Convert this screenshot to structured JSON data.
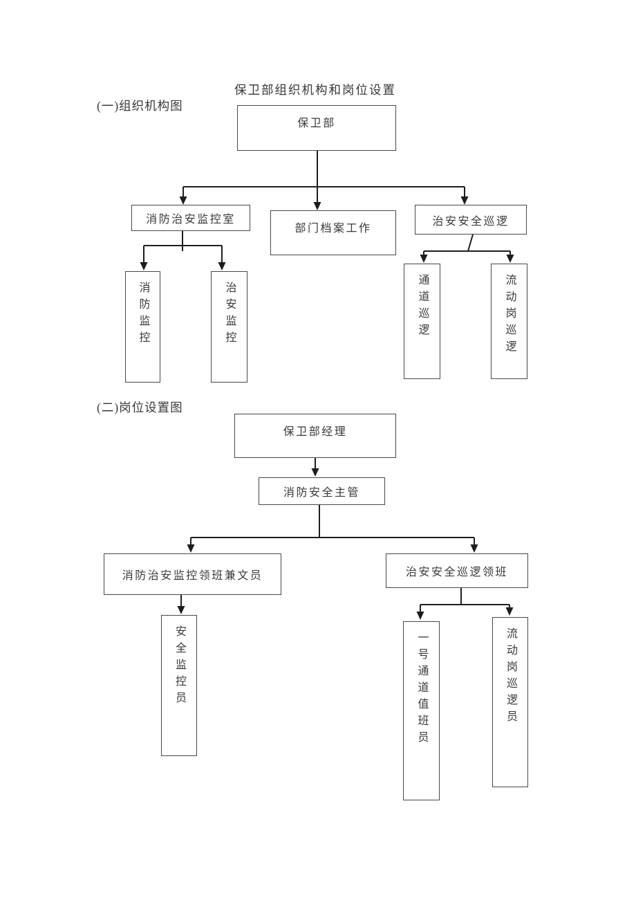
{
  "page": {
    "title": "保卫部组织机构和岗位设置",
    "section1_heading": "(一)组织机构图",
    "section2_heading": "(二)岗位设置图"
  },
  "org_chart": {
    "root": "保卫部",
    "branches": [
      "消防治安监控室",
      "部门档案工作",
      "治安安全巡逻"
    ],
    "monitor_room_children": [
      "消防监控",
      "治安监控"
    ],
    "patrol_children": [
      "通道巡逻",
      "流动岗巡逻"
    ]
  },
  "position_chart": {
    "root": "保卫部经理",
    "supervisor": "消防安全主管",
    "branches": [
      "消防治安监控领班兼文员",
      "治安安全巡逻领班"
    ],
    "monitor_children": [
      "安全监控员"
    ],
    "patrol_children": [
      "一号通道值班员",
      "流动岗巡逻员"
    ]
  }
}
